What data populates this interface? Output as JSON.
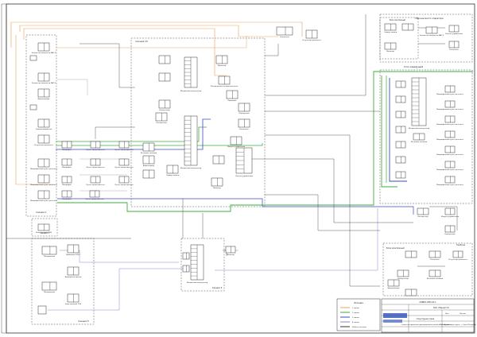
{
  "colors": {
    "line_black": "#333333",
    "line_orange": "#e8a15a",
    "line_green": "#3fae3f",
    "line_blue": "#3b49c8",
    "line_violet": "#9a7fd6",
    "line_gray": "#9a9a9a",
    "stamp_blue": "#2b50b8"
  },
  "sections": {
    "s1": "Секция 1",
    "s4": "Секция 4",
    "s5": "Секция 5",
    "s10": "Секция 10",
    "s3": "Секция 3",
    "main_block": "Блок монтажный",
    "operator": "Рабочее место оператора",
    "cabinet": "Стол заведущий",
    "mount": "Блок монтажный",
    "stand": "Трибуна"
  },
  "legend": {
    "title": "Легенда",
    "items": [
      "1 линия",
      "2 линия",
      "3 линия",
      "4 линия",
      "Кабель питания"
    ]
  },
  "title_block": {
    "code": "АЛИКО-ХМС-01-1",
    "company": "ЗАО «Парнит-Р»",
    "name": "Структурная схема",
    "desc": "Схема электрических принципиальных связей и соединений",
    "sheet": "Лист",
    "sheets": "Листов",
    "org": "ООО «Аудио-видео групп» г. Санкт-Петербург"
  },
  "labels": {
    "c1": "Усилитель мощности DAC-2",
    "c2": "Усилитель мощности DAC-2",
    "c3": "Видеокамера",
    "c4": "Громкоговоритель",
    "c5": "Регулятор громкости",
    "c6": "Распределитель видеосигнала",
    "c7": "Коммутатор",
    "c8": "Проектор",
    "c9": "Микрофонный пульт делегата",
    "c10": "Приемник",
    "c11": "Передатчик",
    "c12": "Контроллер",
    "c13": "Матричный коммутатор",
    "c14": "Усилитель",
    "c15": "Модуль управления",
    "c16": "Панель управления",
    "c17": "Источник питания",
    "c18": "Видеосервер",
    "c19": "Сервер записи",
    "c20": "Монитор",
    "c21": "ТВ-приемник",
    "c22": "Приемник 2CH-T",
    "c23": "Видеорегистратор",
    "c24": "Блок питания 12В",
    "c25": "Микрофон",
    "c26": "Пульт председателя"
  }
}
